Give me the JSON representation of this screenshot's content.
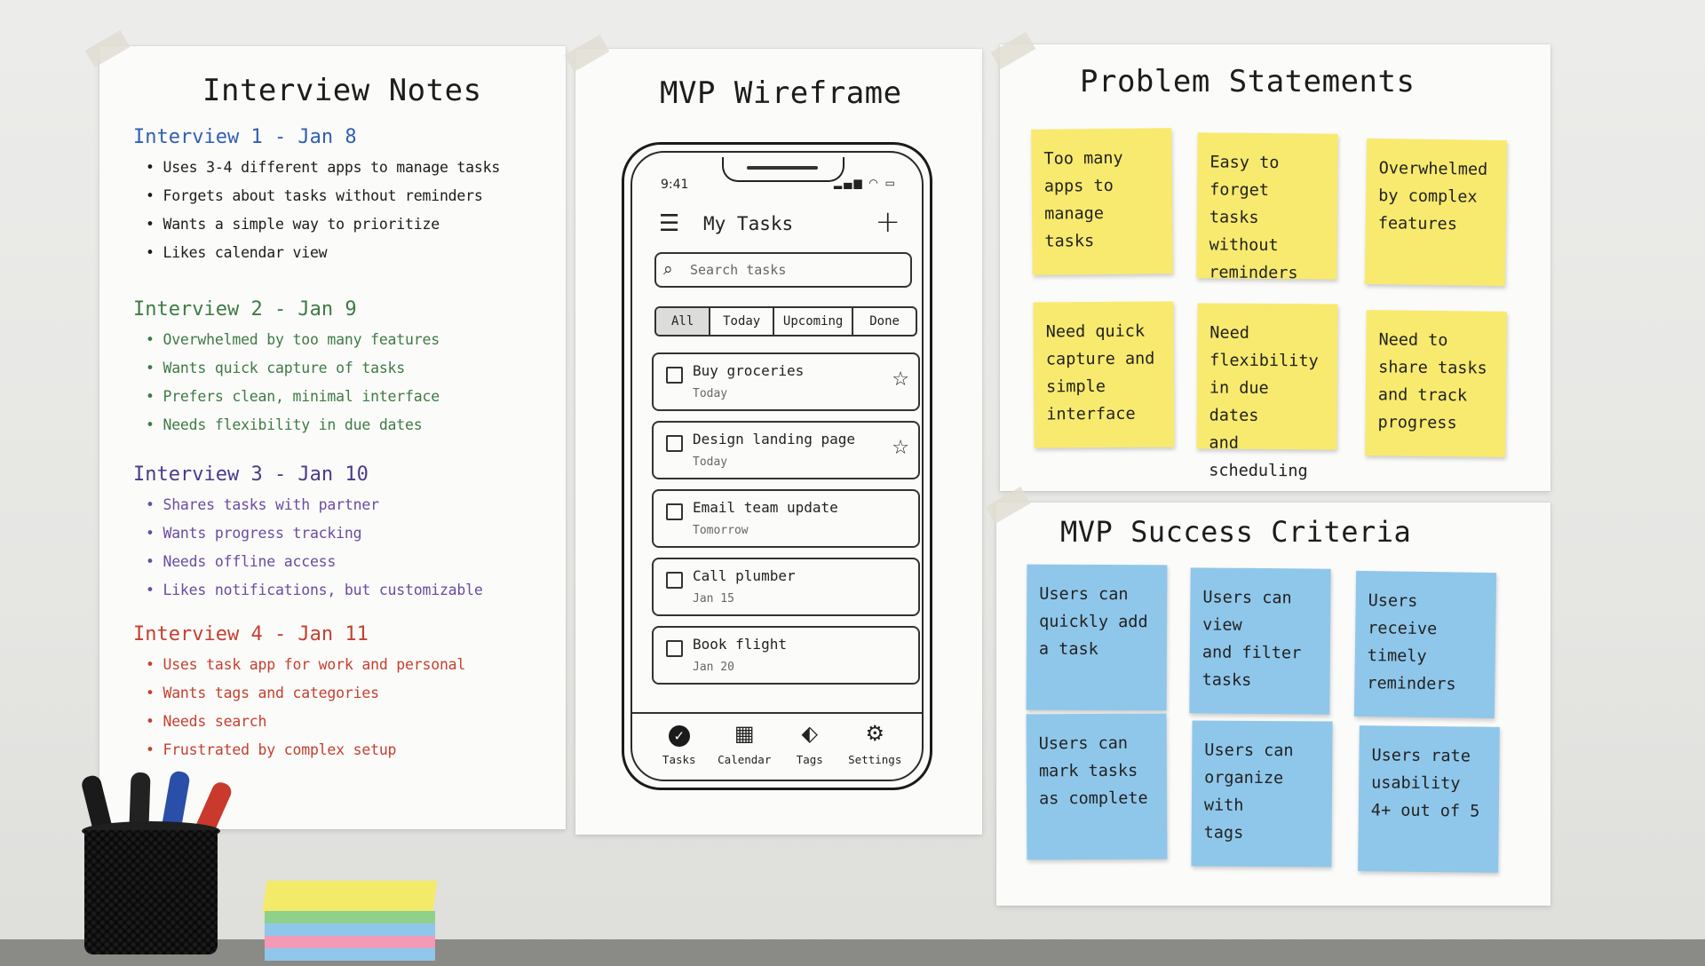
{
  "interview_notes": {
    "title": "Interview Notes",
    "interviews": [
      {
        "heading": "Interview 1 - Jan 8",
        "color": "#2f5fb0",
        "items": [
          "Uses 3-4 different apps to manage tasks",
          "Forgets about tasks without reminders",
          "Wants a simple way to prioritize",
          "Likes calendar view"
        ]
      },
      {
        "heading": "Interview 2 - Jan 9",
        "color": "#3f7a45",
        "items": [
          "Overwhelmed by too many features",
          "Wants quick capture of tasks",
          "Prefers clean, minimal interface",
          "Needs flexibility in due dates"
        ]
      },
      {
        "heading": "Interview 3 - Jan 10",
        "color": "#6a4ca0",
        "items": [
          "Shares tasks with partner",
          "Wants progress tracking",
          "Needs offline access",
          "Likes notifications, but customizable"
        ]
      },
      {
        "heading": "Interview 4 - Jan 11",
        "color": "#c5402f",
        "items": [
          "Uses task app for work and personal",
          "Wants tags and categories",
          "Needs search",
          "Frustrated by complex setup"
        ]
      }
    ]
  },
  "wireframe": {
    "title": "MVP Wireframe",
    "status_time": "9:41",
    "header_title": "My Tasks",
    "search_placeholder": "Search tasks",
    "tabs": [
      "All",
      "Today",
      "Upcoming",
      "Done"
    ],
    "active_tab": "All",
    "tasks": [
      {
        "title": "Buy groceries",
        "due": "Today",
        "starred": true
      },
      {
        "title": "Design landing page",
        "due": "Today",
        "starred": true
      },
      {
        "title": "Email team update",
        "due": "Tomorrow",
        "starred": false
      },
      {
        "title": "Call plumber",
        "due": "Jan 15",
        "starred": false
      },
      {
        "title": "Book flight",
        "due": "Jan 20",
        "starred": false
      }
    ],
    "nav": [
      {
        "label": "Tasks",
        "icon": "check-circle-icon"
      },
      {
        "label": "Calendar",
        "icon": "calendar-icon"
      },
      {
        "label": "Tags",
        "icon": "tag-icon"
      },
      {
        "label": "Settings",
        "icon": "gear-icon"
      }
    ]
  },
  "problem_statements": {
    "title": "Problem Statements",
    "color": "#f8ea6e",
    "notes": [
      [
        "Too many",
        "apps to",
        "manage",
        "tasks"
      ],
      [
        "Easy to forget",
        "tasks without",
        "reminders"
      ],
      [
        "Overwhelmed",
        "by complex",
        "features"
      ],
      [
        "Need quick",
        "capture and",
        "simple",
        "interface"
      ],
      [
        "Need flexibility",
        "in due dates",
        "and",
        "scheduling"
      ],
      [
        "Need to",
        "share tasks",
        "and track",
        "progress"
      ]
    ]
  },
  "success_criteria": {
    "title": "MVP Success Criteria",
    "color": "#8fc7ea",
    "notes": [
      [
        "Users can",
        "quickly add",
        "a task"
      ],
      [
        "Users can view",
        "and filter",
        "tasks"
      ],
      [
        "Users receive",
        "timely",
        "reminders"
      ],
      [
        "Users can",
        "mark tasks",
        "as complete"
      ],
      [
        "Users can",
        "organize with",
        "tags"
      ],
      [
        "Users rate",
        "usability",
        "4+ out of 5"
      ]
    ]
  }
}
